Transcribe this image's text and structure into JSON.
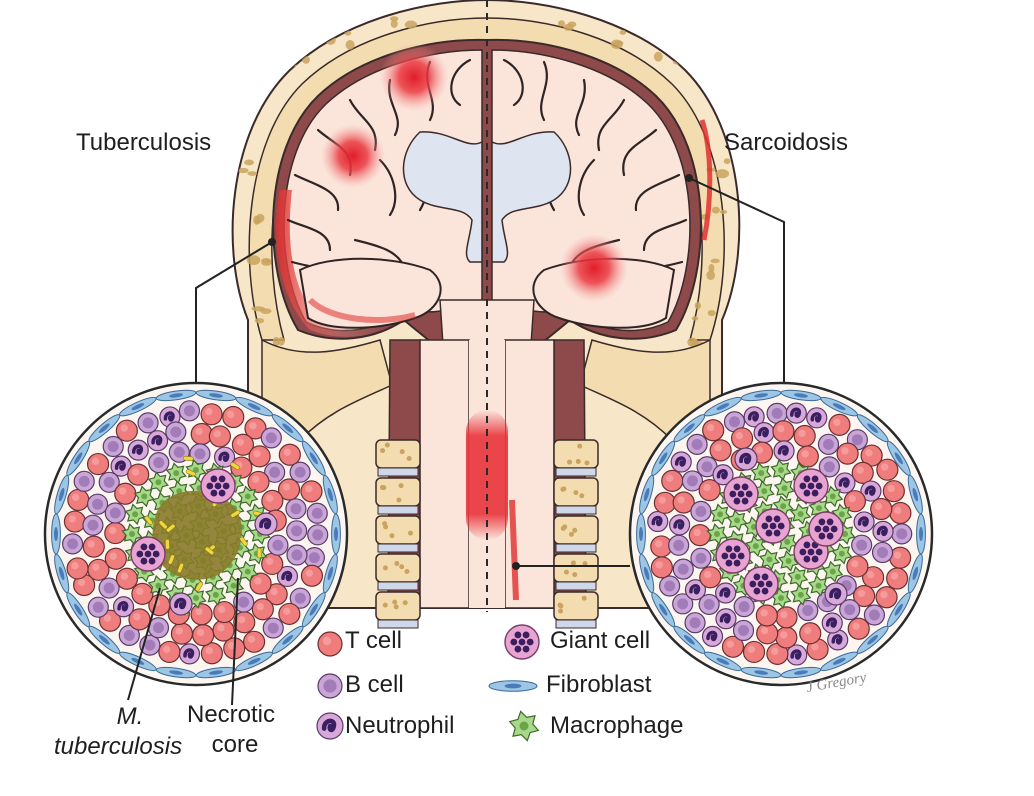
{
  "labels": {
    "left_title": "Tuberculosis",
    "right_title": "Sarcoidosis",
    "mtb_line1": "M.",
    "mtb_line2": "tuberculosis",
    "necrotic_line1": "Necrotic",
    "necrotic_line2": "core"
  },
  "legend": {
    "t_cell": "T cell",
    "b_cell": "B cell",
    "neutrophil": "Neutrophil",
    "giant_cell": "Giant cell",
    "fibroblast": "Fibroblast",
    "macrophage": "Macrophage"
  },
  "signature": "J Gregory",
  "colors": {
    "skin": "#f7e7c8",
    "bone": "#f3ddb0",
    "bone_spots": "#c9a35f",
    "brain": "#fbe4da",
    "brain_outline": "#3a2a2a",
    "meninges": "#8e4a4a",
    "inflammation": "#e8333a",
    "ventricle": "#dfe4f1",
    "t_cell": "#f07d7d",
    "b_cell": "#c9a6d6",
    "neutrophil": "#d8a9d8",
    "giant_cell": "#e8a4d0",
    "fibroblast": "#9cc6e4",
    "macrophage": "#a8d98a",
    "necrotic_core": "#8a7a2a",
    "bacteria": "#f0d640"
  },
  "icons": [
    "t-cell-icon",
    "b-cell-icon",
    "neutrophil-icon",
    "giant-cell-icon",
    "fibroblast-icon",
    "macrophage-icon"
  ]
}
